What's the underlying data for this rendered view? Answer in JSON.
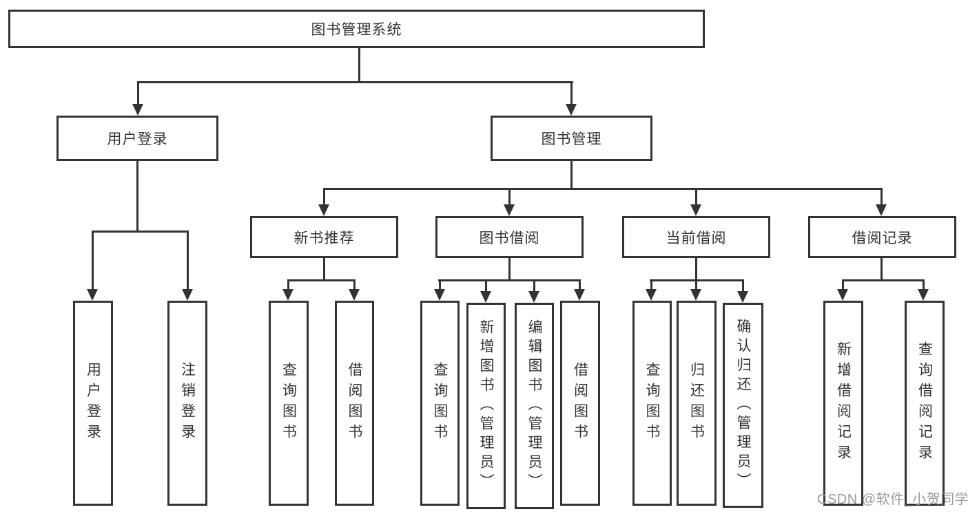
{
  "diagram": {
    "root": {
      "label": "图书管理系统"
    },
    "level2": {
      "login": {
        "label": "用户登录"
      },
      "management": {
        "label": "图书管理"
      }
    },
    "level3": {
      "recommend": {
        "label": "新书推荐"
      },
      "borrow": {
        "label": "图书借阅"
      },
      "current": {
        "label": "当前借阅"
      },
      "records": {
        "label": "借阅记录"
      }
    },
    "leaves": {
      "login": [
        {
          "label": "用户登录"
        },
        {
          "label": "注销登录"
        }
      ],
      "recommend": [
        {
          "label": "查询图书"
        },
        {
          "label": "借阅图书"
        }
      ],
      "borrow": [
        {
          "label": "查询图书"
        },
        {
          "label": "新增图书（管理员）"
        },
        {
          "label": "编辑图书（管理员）"
        },
        {
          "label": "借阅图书"
        }
      ],
      "current": [
        {
          "label": "查询图书"
        },
        {
          "label": "归还图书"
        },
        {
          "label": "确认归还（管理员）"
        }
      ],
      "records": [
        {
          "label": "新增借阅记录"
        },
        {
          "label": "查询借阅记录"
        }
      ]
    },
    "watermark": "CSDN @软件_小贺同学",
    "colors": {
      "line": "#333333",
      "box_background": "#ffffff",
      "text": "#333333",
      "watermark": "#9c9ca0"
    }
  }
}
